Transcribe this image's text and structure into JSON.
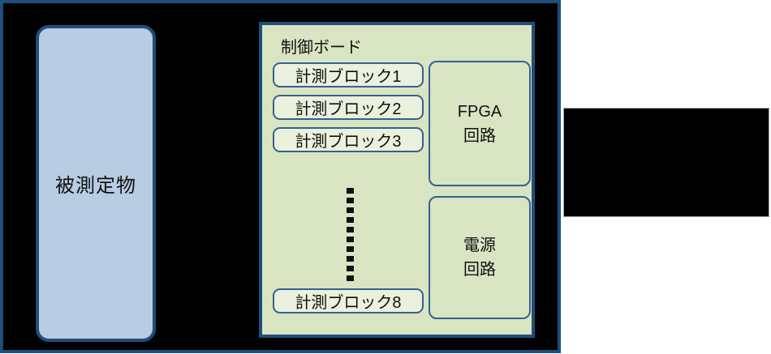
{
  "diagram": {
    "dut_label": "被測定物",
    "control_board": {
      "title": "制御ボード",
      "blocks": [
        "計測ブロック1",
        "計測ブロック2",
        "計測ブロック3"
      ],
      "block8": "計測ブロック8",
      "fpga": {
        "line1": "FPGA",
        "line2": "回路"
      },
      "power": {
        "line1": "電源",
        "line2": "回路"
      }
    },
    "colors": {
      "outer_border": "#1f4e79",
      "outer_fill": "#000000",
      "dut_fill": "#b8cce4",
      "board_fill": "#d9e4c2",
      "block_fill": "#eaf1dd",
      "block_border": "#376092",
      "text": "#111111",
      "redacted_fill": "#000000",
      "redacted_border": "#a6a6a6"
    }
  }
}
